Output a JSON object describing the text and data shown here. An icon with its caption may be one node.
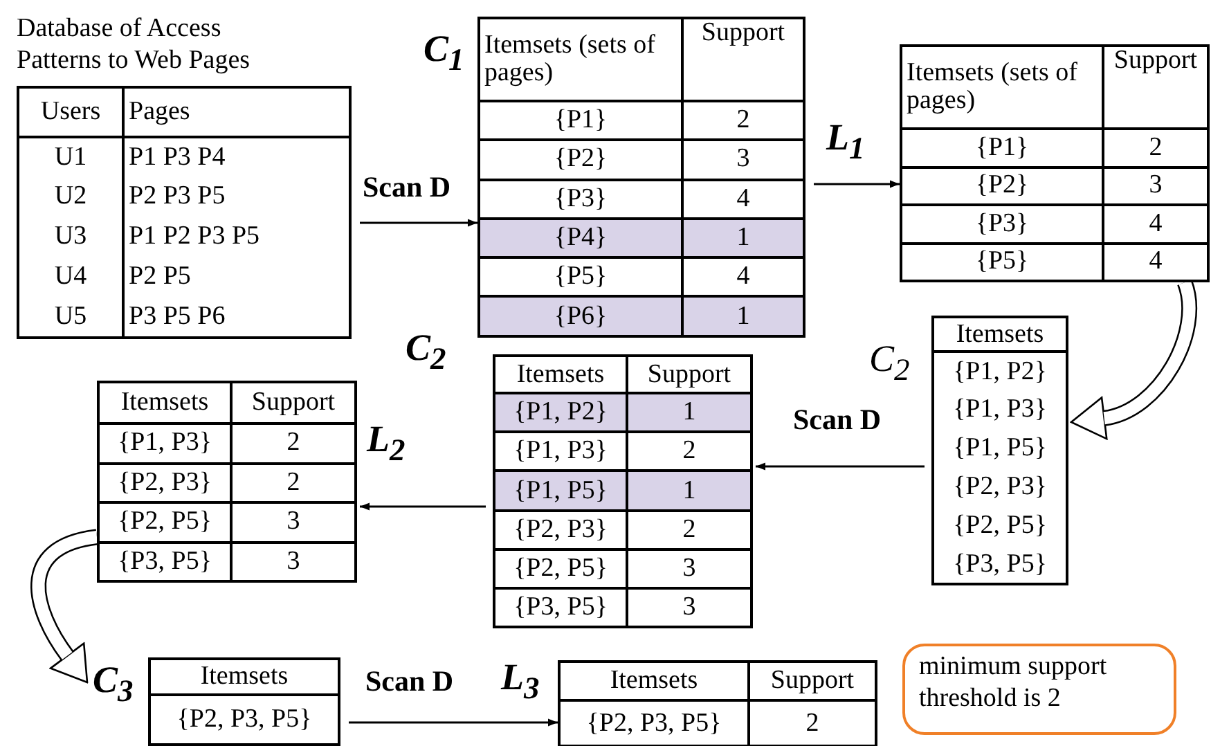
{
  "diagram": {
    "nodes": [
      {
        "text": [
          "Database of Access Patterns to Web Pages",
          "Users",
          "Pages",
          "U1",
          "P1 P3 P4",
          "U2",
          "P2 P3 P5",
          "U3",
          "P1 P2 P3 P5",
          "U4",
          "P2 P5",
          "U5",
          "P3 P5 P6"
        ]
      },
      {
        "text": [
          "Itemsets (sets of pages)",
          "Support",
          "{P1}",
          "2",
          "{P2}",
          "3",
          "{P3}",
          "4",
          "{P4}",
          "1",
          "{P5}",
          "4",
          "{P6}",
          "1"
        ],
        "beside": [
          "C$_{1}$"
        ]
      },
      {
        "text": [
          "Itemsets (sets of pages)",
          "Support",
          "{P1}",
          "2",
          "{P2}",
          "3",
          "{P3}",
          "4",
          "{P5}",
          "4"
        ]
      },
      {
        "text": [
          "Itemsets",
          "{P1, P2}",
          "{P1, P3}",
          "{P1, P5}",
          "{P2, P3}",
          "{P2, P5}",
          "{P3, P5}"
        ],
        "beside": [
          "C$_{2}$"
        ]
      },
      {
        "text": [
          "Itemsets",
          "Support",
          "{P1, P2}",
          "1",
          "{P1, P3}",
          "2",
          "{P1, P5}",
          "1",
          "{P2, P3}",
          "2",
          "{P2, P5}",
          "3",
          "{P3, P5}",
          "3"
        ],
        "beside": [
          "C$_{2}$"
        ]
      },
      {
        "text": [
          "Itemsets",
          "Support",
          "{P1, P3}",
          "2",
          "{P2, P3}",
          "2",
          "{P2, P5}",
          "3",
          "{P3, P5}",
          "3"
        ],
        "beside": [
          "L$_{2}$"
        ]
      },
      {
        "text": [
          "Itemsets",
          "{P2, P3, P5}"
        ],
        "beside": [
          "C$_{3}$"
        ]
      },
      {
        "text": [
          "Itemsets",
          "Support",
          "{P2, P3, P5}",
          "2"
        ],
        "beside": [
          "L$_{3}$"
        ]
      },
      {
        "text": [
          "minimum support threshold is 2"
        ]
      }
    ],
    "edges": [
      {
        "from": 0,
        "to": 1,
        "arrow": "to",
        "label": "Scan D"
      },
      {
        "from": 1,
        "to": 2,
        "arrow": "to",
        "label": "L$_{1}$"
      },
      {
        "from": 2,
        "to": 3,
        "arrow": "to",
        "style": "thick"
      },
      {
        "from": 3,
        "to": 4,
        "arrow": "to",
        "label": "Scan D"
      },
      {
        "from": 4,
        "to": 5,
        "arrow": "to"
      },
      {
        "from": 5,
        "to": 6,
        "arrow": "to",
        "style": "thick"
      },
      {
        "from": 6,
        "to": 7,
        "arrow": "to",
        "label": "Scan D"
      }
    ]
  }
}
